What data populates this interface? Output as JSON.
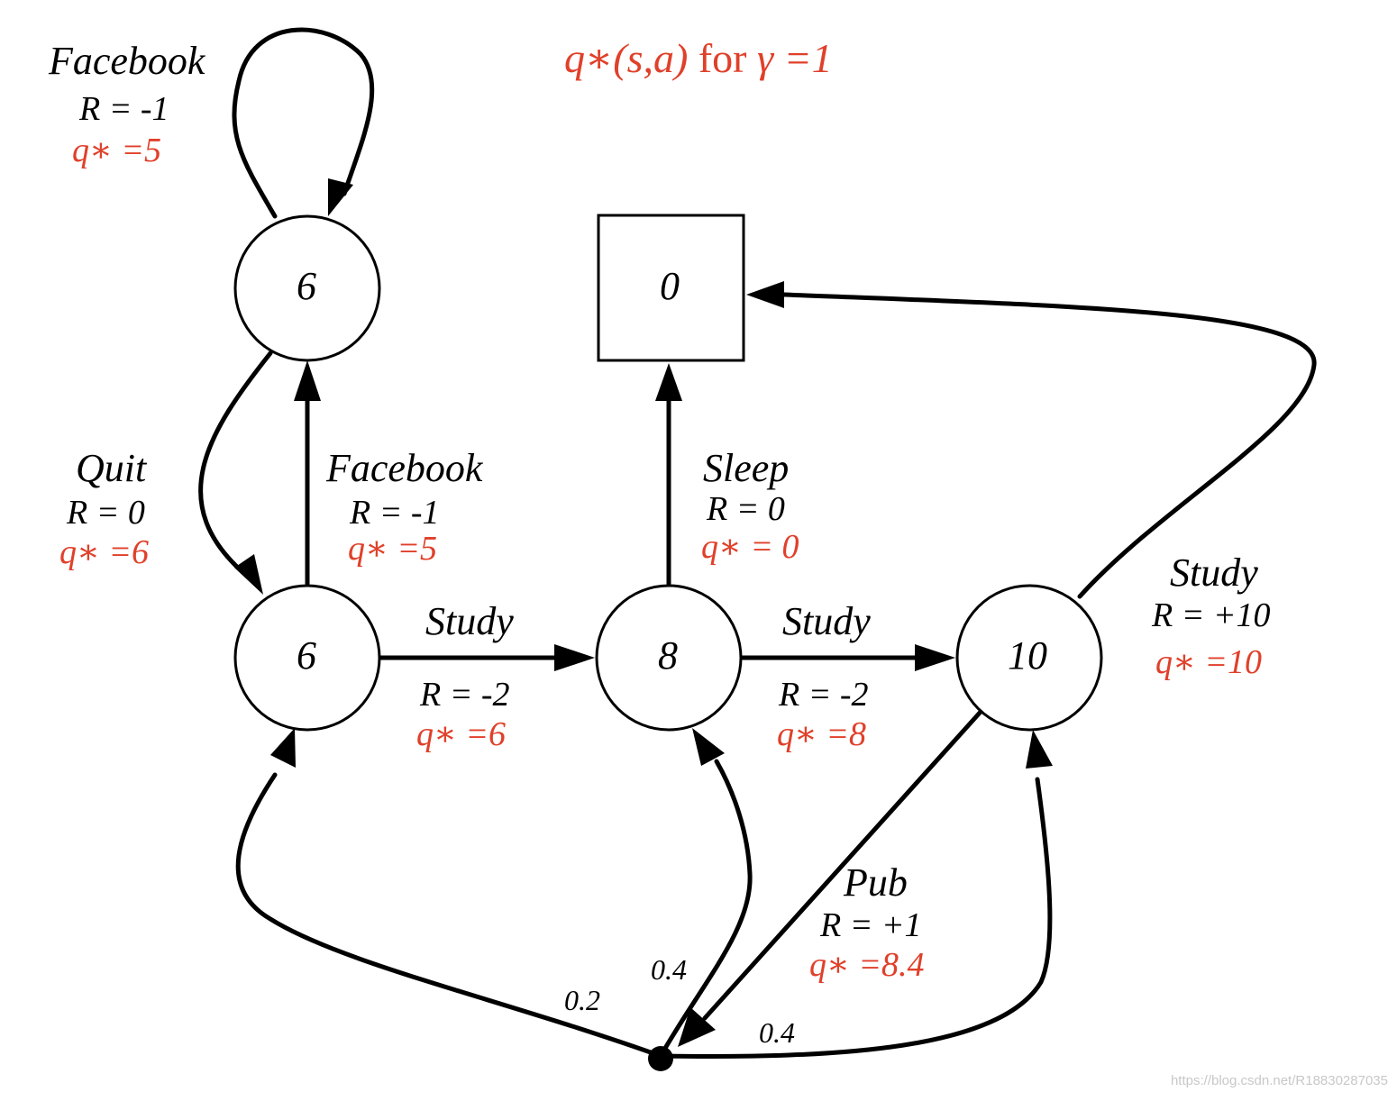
{
  "title": {
    "qpart": "q∗(s,a)",
    "middle": "for",
    "gamma": "γ =1"
  },
  "nodes": {
    "facebook_state": "6",
    "class1": "6",
    "class2": "8",
    "class3": "10",
    "terminal": "0"
  },
  "edges": {
    "facebook_loop": {
      "action": "Facebook",
      "reward": "R = -1",
      "q": "q∗ =5"
    },
    "quit": {
      "action": "Quit",
      "reward": "R = 0",
      "q": "q∗ =6"
    },
    "facebook": {
      "action": "Facebook",
      "reward": "R = -1",
      "q": "q∗ =5"
    },
    "study1": {
      "action": "Study",
      "reward": "R = -2",
      "q": "q∗ =6"
    },
    "sleep": {
      "action": "Sleep",
      "reward": "R = 0",
      "q": "q∗ = 0"
    },
    "study2": {
      "action": "Study",
      "reward": "R = -2",
      "q": "q∗ =8"
    },
    "study3": {
      "action": "Study",
      "reward": "R = +10",
      "q": "q∗ =10"
    },
    "pub": {
      "action": "Pub",
      "reward": "R = +1",
      "q": "q∗ =8.4"
    }
  },
  "probabilities": {
    "to_class1": "0.2",
    "to_class2": "0.4",
    "to_class3": "0.4"
  },
  "watermark": "https://blog.csdn.net/R18830287035",
  "colors": {
    "q_values": "#e0402a",
    "lines": "#000000"
  }
}
